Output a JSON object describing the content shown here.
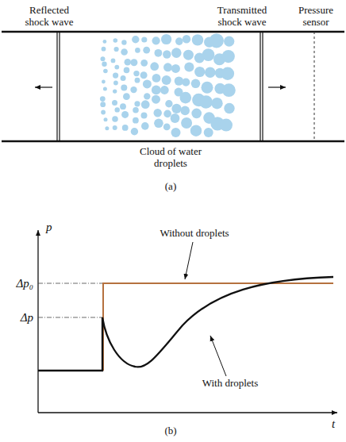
{
  "diagram": {
    "labels": [
      "Reflected shock wave",
      "Transmitted shock wave",
      "Pressure sensor",
      "Cloud of water droplets",
      "(a)",
      "p",
      "Δp₀",
      "Δp",
      "Without droplets",
      "With droplets",
      "t",
      "(b)"
    ]
  }
}
